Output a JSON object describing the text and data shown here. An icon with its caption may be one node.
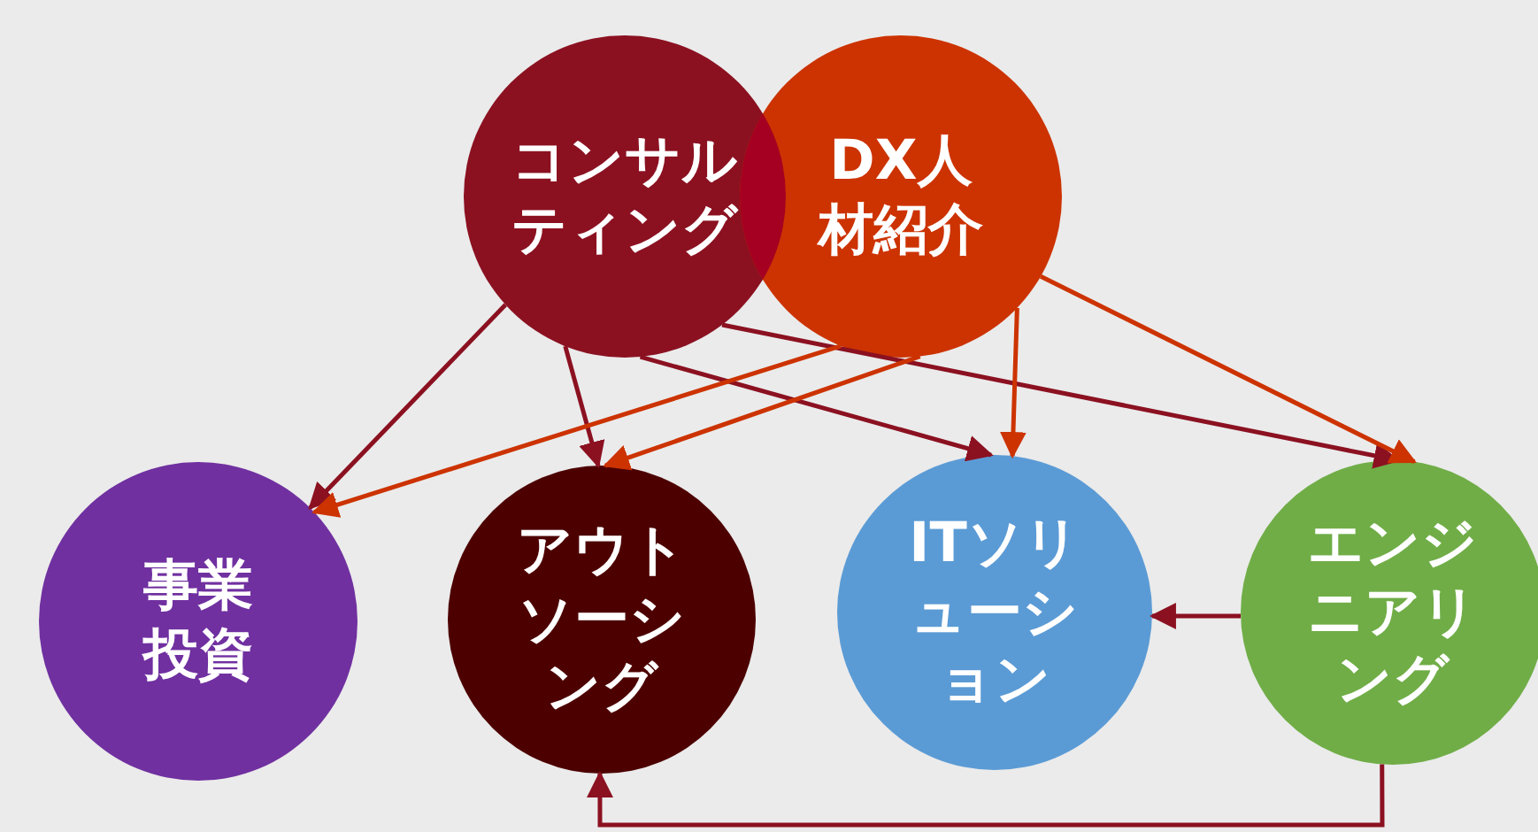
{
  "diagram": {
    "nodes": [
      {
        "text": [
          "コンサルティング"
        ]
      },
      {
        "text": [
          "DX人材紹介"
        ]
      },
      {
        "text": [
          "事業投資"
        ]
      },
      {
        "text": [
          "アウトソーシング"
        ]
      },
      {
        "text": [
          "ITソリューション"
        ]
      },
      {
        "text": [
          "エンジニアリング"
        ]
      }
    ],
    "edges": [
      {
        "from": 0,
        "to": 2,
        "arrow": "to"
      },
      {
        "from": 0,
        "to": 3,
        "arrow": "to"
      },
      {
        "from": 0,
        "to": 4,
        "arrow": "to"
      },
      {
        "from": 0,
        "to": 5,
        "arrow": "to"
      },
      {
        "from": 1,
        "to": 2,
        "arrow": "to",
        "color": "#cc3300"
      },
      {
        "from": 1,
        "to": 3,
        "arrow": "to",
        "color": "#cc3300"
      },
      {
        "from": 1,
        "to": 4,
        "arrow": "to",
        "color": "#cc3300"
      },
      {
        "from": 1,
        "to": 5,
        "arrow": "to",
        "color": "#cc3300"
      },
      {
        "from": 5,
        "to": 4,
        "arrow": "to"
      },
      {
        "from": 5,
        "to": 3,
        "arrow": "to"
      }
    ]
  }
}
